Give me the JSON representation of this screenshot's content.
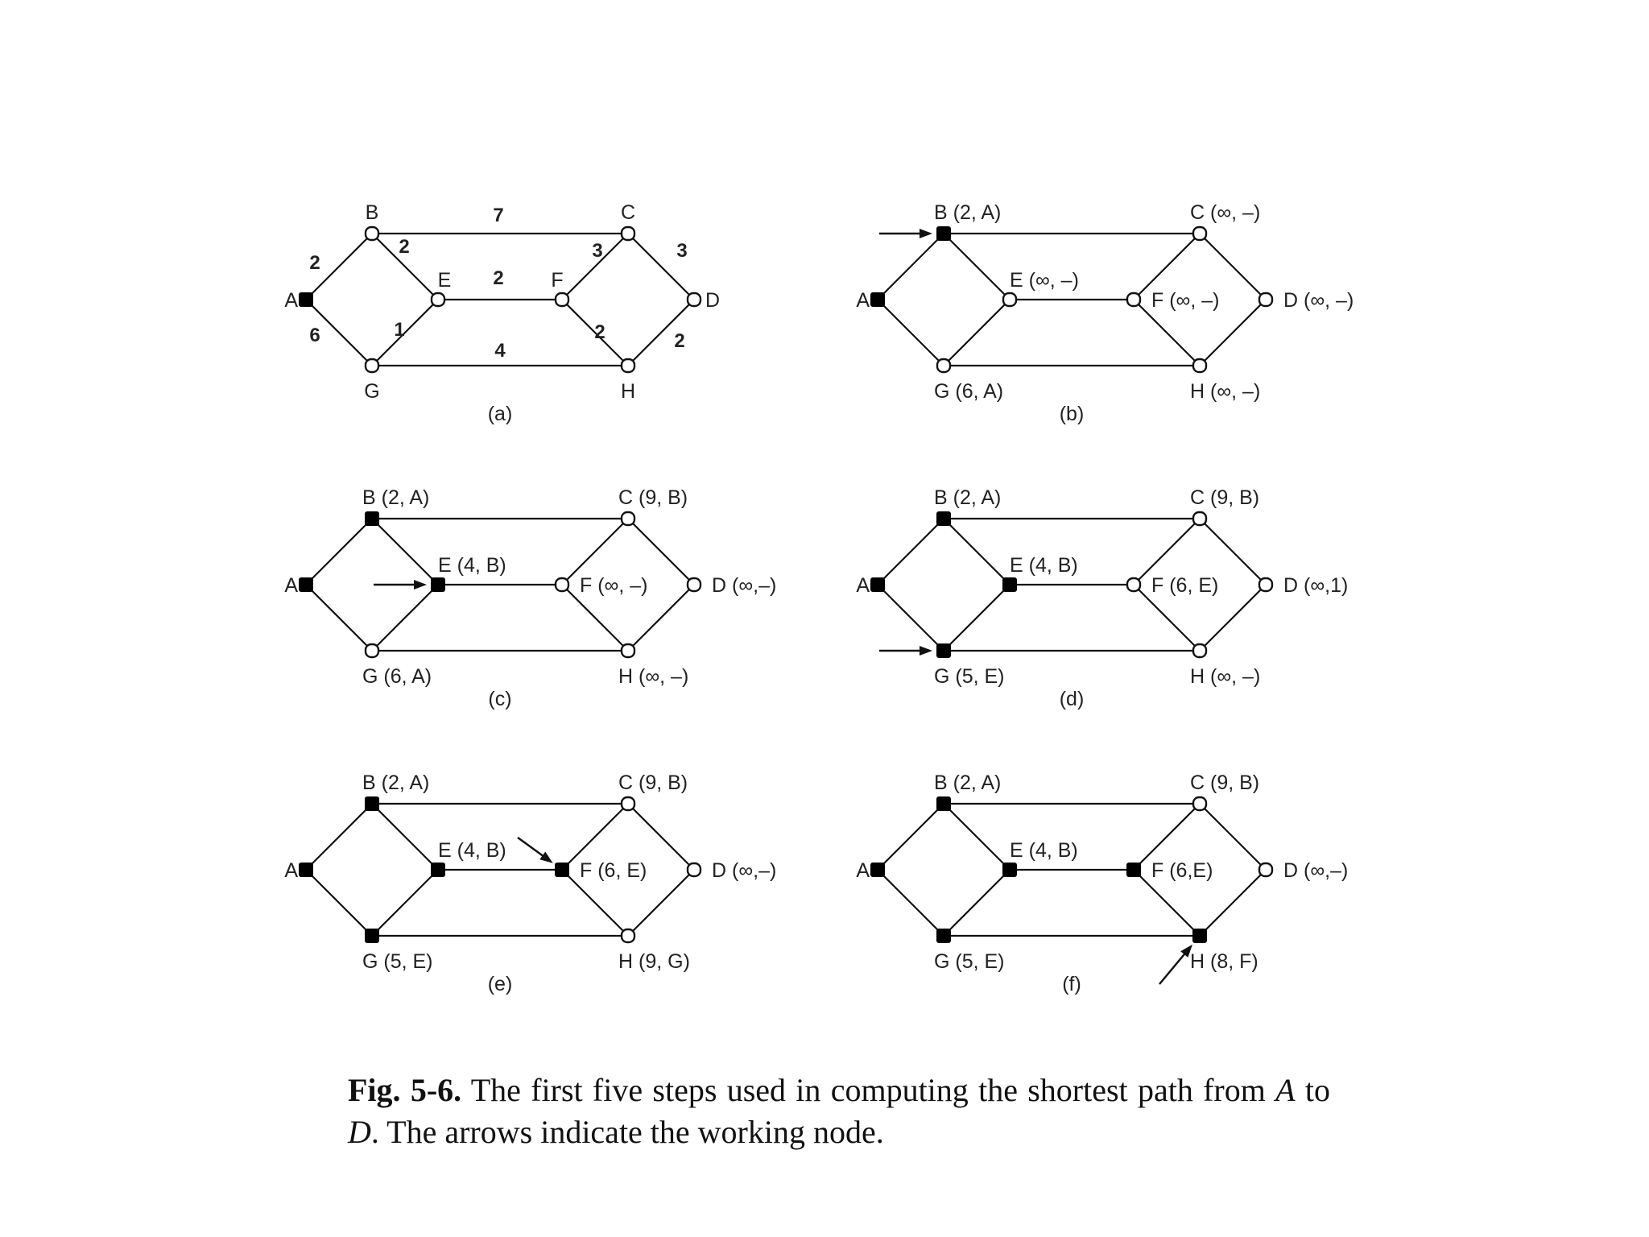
{
  "panels": [
    {
      "id": "a",
      "caption": "(a)",
      "labels": {
        "A": "A",
        "B": "B",
        "C": "C",
        "D": "D",
        "E": "E",
        "F": "F",
        "G": "G",
        "H": "H"
      },
      "filled": [
        "A"
      ],
      "arrow": null,
      "weights": {
        "AB": "2",
        "AG": "6",
        "BE": "2",
        "BC": "7",
        "EF": "2",
        "EG": "1",
        "GH": "4",
        "FC": "3",
        "FH": "2",
        "CD": "3",
        "HD": "2"
      }
    },
    {
      "id": "b",
      "caption": "(b)",
      "labels": {
        "A": "A",
        "B": "B (2, A)",
        "C": "C (∞, –)",
        "D": "D (∞, –)",
        "E": "E (∞, –)",
        "F": "F (∞, –)",
        "G": "G (6, A)",
        "H": "H (∞, –)"
      },
      "filled": [
        "A",
        "B"
      ],
      "arrow": "B"
    },
    {
      "id": "c",
      "caption": "(c)",
      "labels": {
        "A": "A",
        "B": "B (2, A)",
        "C": "C (9, B)",
        "D": "D (∞,–)",
        "E": "E (4, B)",
        "F": "F (∞, –)",
        "G": "G (6, A)",
        "H": "H (∞, –)"
      },
      "filled": [
        "A",
        "B",
        "E"
      ],
      "arrow": "E"
    },
    {
      "id": "d",
      "caption": "(d)",
      "labels": {
        "A": "A",
        "B": "B (2, A)",
        "C": "C (9, B)",
        "D": "D (∞,1)",
        "E": "E (4, B)",
        "F": "F (6, E)",
        "G": "G (5, E)",
        "H": "H (∞, –)"
      },
      "filled": [
        "A",
        "B",
        "E",
        "G"
      ],
      "arrow": "G"
    },
    {
      "id": "e",
      "caption": "(e)",
      "labels": {
        "A": "A",
        "B": "B (2, A)",
        "C": "C (9, B)",
        "D": "D (∞,–)",
        "E": "E (4, B)",
        "F": "F (6, E)",
        "G": "G (5, E)",
        "H": "H (9, G)"
      },
      "filled": [
        "A",
        "B",
        "E",
        "G",
        "F"
      ],
      "arrow": "F"
    },
    {
      "id": "f",
      "caption": "(f)",
      "labels": {
        "A": "A",
        "B": "B (2, A)",
        "C": "C (9, B)",
        "D": "D (∞,–)",
        "E": "E (4, B)",
        "F": "F (6,E)",
        "G": "G (5, E)",
        "H": "H (8, F)"
      },
      "filled": [
        "A",
        "B",
        "E",
        "G",
        "F",
        "H"
      ],
      "arrow": "H"
    }
  ],
  "caption": {
    "figure_number": "Fig. 5-6.",
    "text_before_a": "The first five steps used in computing the shortest path from",
    "node_a": "A",
    "text_to": "to",
    "node_d": "D",
    "text_after": ". The arrows indicate the working node."
  }
}
